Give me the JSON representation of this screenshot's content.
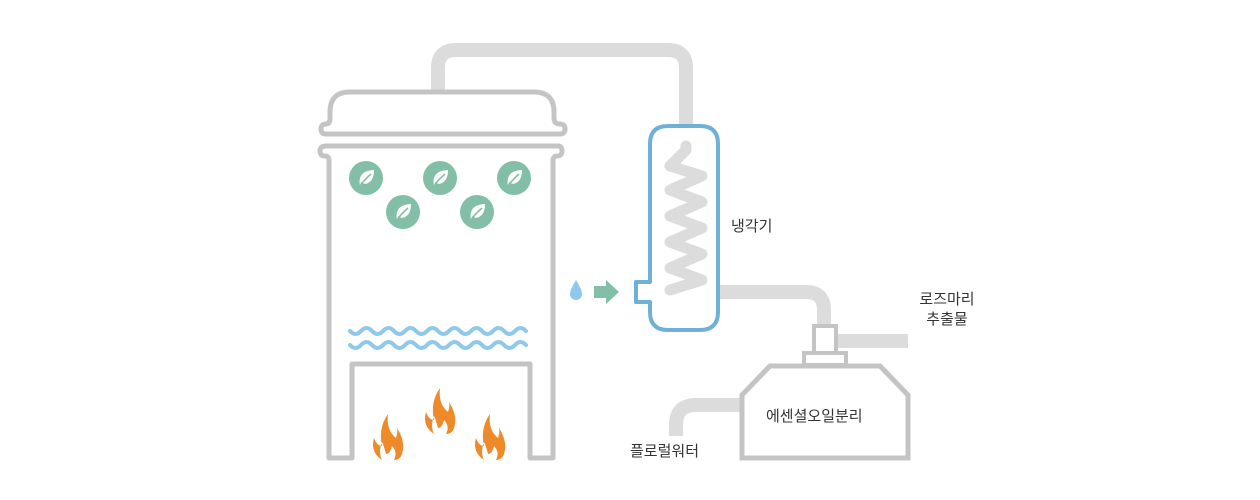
{
  "diagram": {
    "title": "Rosemary essential oil steam distillation process",
    "colors": {
      "outline": "#c4c4c4",
      "pipe": "#dcdcdc",
      "condenser_outline": "#6fb0d9",
      "water": "#8ec8ec",
      "leaf_badge": "#82bfa6",
      "arrow": "#82bfa6",
      "flame": "#ee8a2a",
      "label_text": "#333333"
    },
    "icons": {
      "leaf": "leaf-icon",
      "water_drop": "water-drop-icon",
      "arrow": "arrow-right-icon",
      "flame": "flame-icon",
      "waves": "water-wave-icon"
    },
    "counts": {
      "leaves": 5,
      "flames": 3,
      "wave_rows": 2
    },
    "labels": {
      "condenser": "냉각기",
      "rosemary_extract_line1": "로즈마리",
      "rosemary_extract_line2": "추출물",
      "separator": "에센셜오일분리",
      "floral_water": "플로럴워터"
    }
  }
}
